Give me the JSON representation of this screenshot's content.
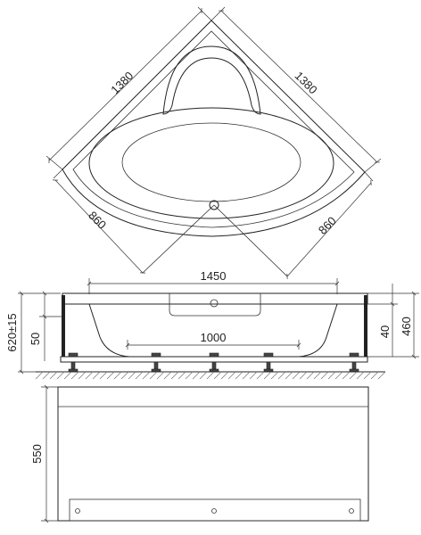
{
  "top_view": {
    "side_left_label": "1380",
    "side_right_label": "1380",
    "depth_left_label": "860",
    "depth_right_label": "860"
  },
  "front_view": {
    "width_label": "1450",
    "inner_width_label": "1000",
    "total_height_label": "620±15",
    "rim_label": "50",
    "right_small_label": "40",
    "right_height_label": "460"
  },
  "panel_view": {
    "height_label": "550"
  }
}
